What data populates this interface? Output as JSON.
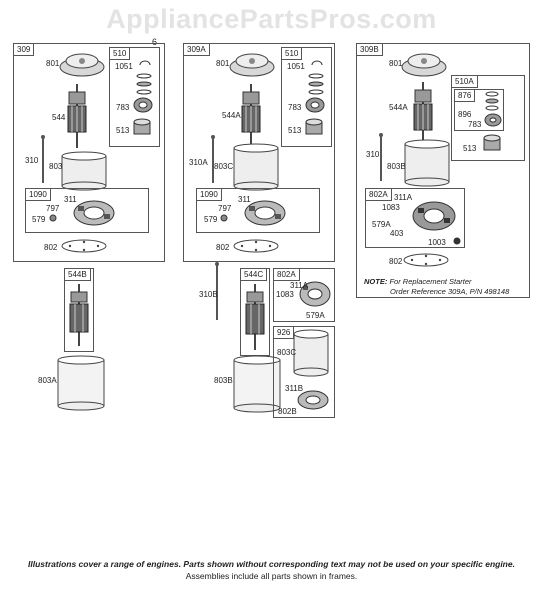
{
  "watermark": "AppliancePartsPros.com",
  "top_mark": "6",
  "frames": {
    "f309": "309",
    "f510a": "510",
    "f1090a": "1090",
    "f544b": "544B",
    "f309a": "309A",
    "f510b": "510",
    "f1090b": "1090",
    "f544c": "544C",
    "f802a_mid": "802A",
    "f926": "926",
    "f309b": "309B",
    "f510a_r": "510A",
    "f876": "876",
    "f802a_r": "802A"
  },
  "labels": {
    "l801_a": "801",
    "l544": "544",
    "l310": "310",
    "l803": "803",
    "l311_a": "311",
    "l797_a": "797",
    "l579_a": "579",
    "l802_a": "802",
    "l1051_a": "1051",
    "l783_a": "783",
    "l513_a": "513",
    "l803a": "803A",
    "l801_b": "801",
    "l544a": "544A",
    "l310a": "310A",
    "l803c": "803C",
    "l311_b": "311",
    "l797_b": "797",
    "l579_b": "579",
    "l802_b": "802",
    "l1051_b": "1051",
    "l783_b": "783",
    "l513_b": "513",
    "l310b": "310B",
    "l803b_mid": "803B",
    "l311a_mid": "311A",
    "l1083_mid": "1083",
    "l579a_mid": "579A",
    "l803c_926": "803C",
    "l311b": "311B",
    "l802b": "802B",
    "l801_c": "801",
    "l544a_r": "544A",
    "l310_r": "310",
    "l803b_r": "803B",
    "l896": "896",
    "l783_r": "783",
    "l513_r": "513",
    "l311a_r": "311A",
    "l1083_r": "1083",
    "l579a_r": "579A",
    "l403": "403",
    "l1003": "1003",
    "l802_r": "802"
  },
  "note": {
    "prefix": "NOTE:",
    "line1": "For Replacement Starter",
    "line2": "Order Reference 309A, P/N 498148"
  },
  "footer": {
    "main": "Illustrations cover a range of engines. Parts shown without corresponding text may not be used on your specific engine.",
    "sub": "Assemblies include all parts shown in frames."
  }
}
